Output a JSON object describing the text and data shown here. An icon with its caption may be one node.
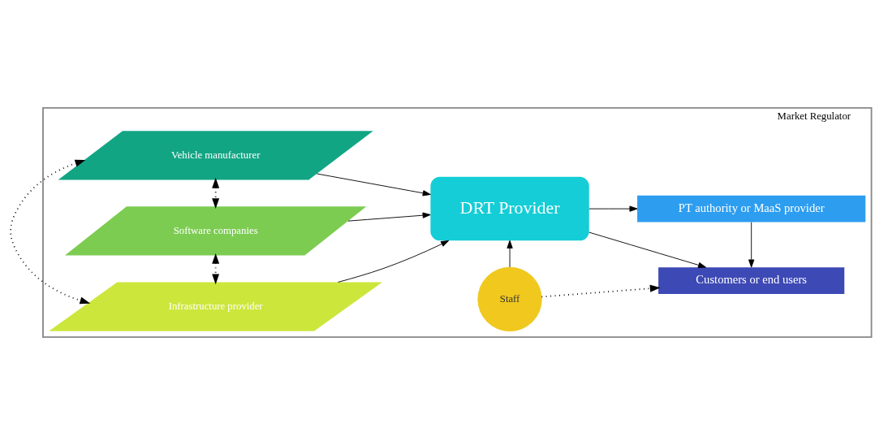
{
  "diagram": {
    "nodes": [
      {
        "text": [
          "Market Regulator"
        ]
      },
      {
        "text": [
          "Vehicle manufacturer"
        ],
        "in": 0
      },
      {
        "text": [
          "Software companies"
        ],
        "in": 0
      },
      {
        "text": [
          "Infrastructure provider"
        ],
        "in": 0
      },
      {
        "text": [
          "DRT Provider"
        ],
        "in": 0
      },
      {
        "text": [
          "PT authority or MaaS provider"
        ],
        "in": 0
      },
      {
        "text": [
          "Staff"
        ],
        "in": 0
      },
      {
        "text": [
          "Customers or end users"
        ],
        "in": 0
      }
    ],
    "edges": [
      {
        "from": 1,
        "to": 4,
        "arrow": "to"
      },
      {
        "from": 2,
        "to": 4,
        "arrow": "to"
      },
      {
        "from": 3,
        "to": 4,
        "arrow": "to"
      },
      {
        "from": 6,
        "to": 4,
        "arrow": "to"
      },
      {
        "from": 4,
        "to": 5,
        "arrow": "to"
      },
      {
        "from": 4,
        "to": 7,
        "arrow": "to"
      },
      {
        "from": 5,
        "to": 7,
        "arrow": "to"
      },
      {
        "from": 6,
        "to": 7,
        "arrow": "to",
        "style": "dashed"
      },
      {
        "from": 1,
        "to": 3,
        "arrow": "both",
        "style": "dashed"
      },
      {
        "from": 1,
        "to": 2,
        "arrow": "both",
        "style": "dashed"
      },
      {
        "from": 2,
        "to": 3,
        "arrow": "both",
        "style": "dashed"
      }
    ]
  }
}
